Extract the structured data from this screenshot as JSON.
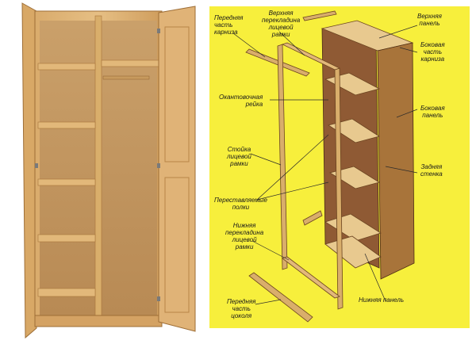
{
  "labels": {
    "front_cornice": "Передняя\nчасть\nкарниза",
    "top_face_rail": "Верхняя\nперекладина\nлицевой\nрамки",
    "top_panel": "Верхняя\nпанель",
    "side_cornice": "Боковая\nчасть\nкарниза",
    "edging_strip": "Окантовочная\nрейка",
    "side_panel": "Боковая\nпанель",
    "face_frame_stile": "Стойка\nлицевой\nрамки",
    "back_wall": "Задняя\nстенка",
    "adjustable_shelves": "Переставляемые\nполки",
    "bottom_face_rail": "Нижняя\nперекладина\nлицевой\nрамки",
    "bottom_panel": "Нижняя панель",
    "front_plinth": "Передняя\nчасть\nцоколя"
  },
  "colors": {
    "diagram_bg": "#f7ef3c",
    "wood_light": "#e8c98f",
    "wood_mid": "#d9ae6b",
    "wood_dark": "#a8743a",
    "back_panel": "#8f5a34",
    "leader_line": "#2a2a2a"
  }
}
